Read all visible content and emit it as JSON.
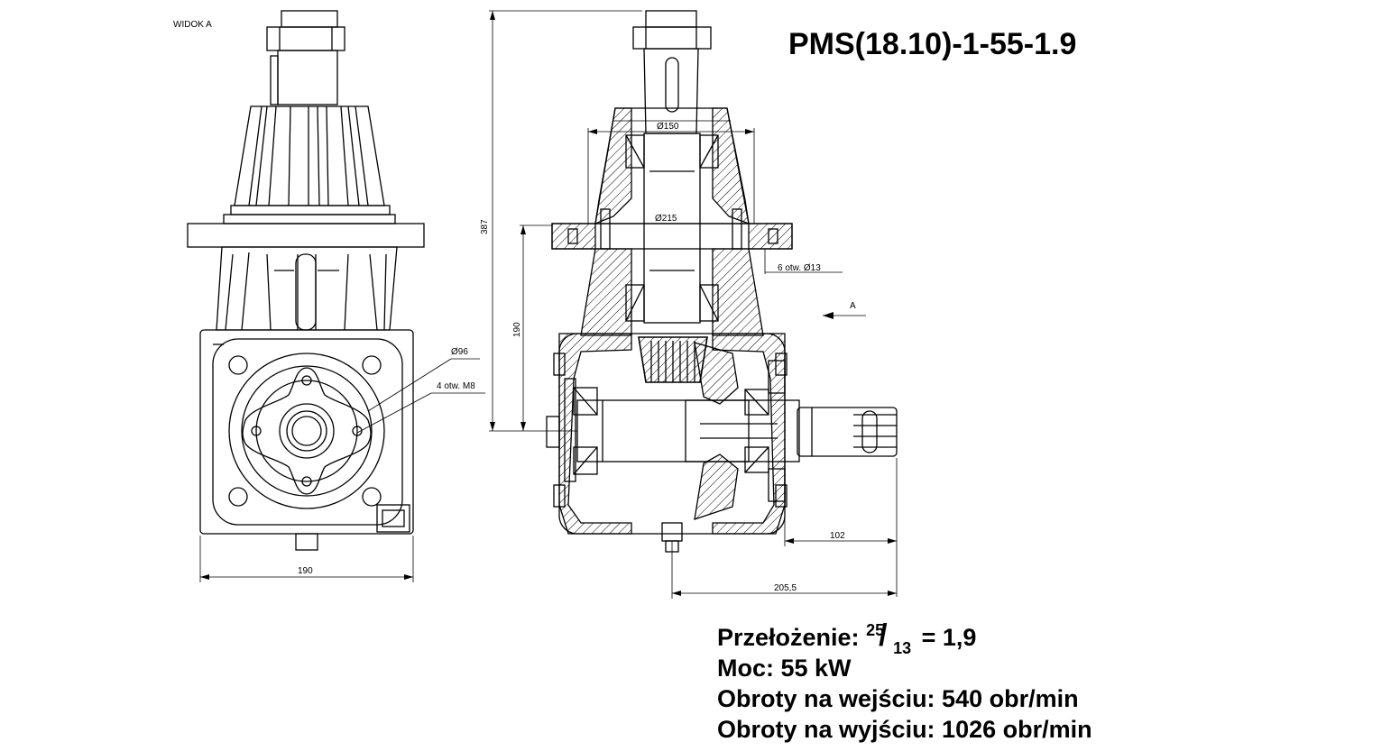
{
  "title": "PMS(18.10)-1-55-1.9",
  "view_label": "WIDOK A",
  "arrow_label": "A",
  "dimensions": {
    "d150": "Ø150",
    "d215": "Ø215",
    "h387": "387",
    "h190": "190",
    "holes6": "6 otw.  Ø13",
    "d96": "Ø96",
    "holes4": "4 otw. M8",
    "w190": "190",
    "w102": "102",
    "w205": "205,5"
  },
  "specs": {
    "ratio_label": "Przełożenie:",
    "ratio_num": "25",
    "ratio_den": "13",
    "ratio_value": "= 1,9",
    "power": "Moc: 55 kW",
    "speed_in": "Obroty na wejściu: 540 obr/min",
    "speed_out": "Obroty na wyjściu: 1026 obr/min"
  }
}
